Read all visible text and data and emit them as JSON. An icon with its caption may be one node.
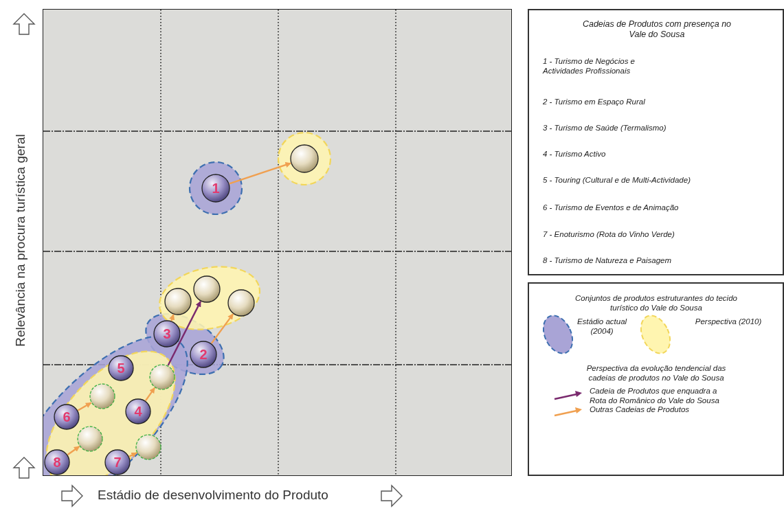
{
  "diagram": {
    "nodes": [
      {
        "text": [
          "1"
        ]
      },
      {
        "text": [],
        "shape": "circle"
      },
      {
        "text": [
          "3"
        ]
      },
      {
        "text": [
          "2"
        ]
      },
      {
        "text": [],
        "shape": "circle"
      },
      {
        "text": [],
        "shape": "circle"
      },
      {
        "text": [],
        "shape": "circle"
      },
      {
        "text": [
          "5"
        ]
      },
      {
        "text": [],
        "shape": "circle"
      },
      {
        "text": [],
        "shape": "circle"
      },
      {
        "text": [
          "4"
        ]
      },
      {
        "text": [
          "6"
        ]
      },
      {
        "text": [],
        "shape": "circle"
      },
      {
        "text": [],
        "shape": "circle"
      },
      {
        "text": [
          "8"
        ]
      },
      {
        "text": [
          "7"
        ]
      }
    ],
    "edges": [
      {
        "from": 0,
        "to": 1,
        "arrow": "to"
      },
      {
        "from": 8,
        "to": 5,
        "arrow": "to",
        "color": "#7a2a6e"
      },
      {
        "from": 3,
        "to": 6,
        "arrow": "to"
      },
      {
        "from": 2,
        "to": 4,
        "arrow": "to"
      },
      {
        "from": 10,
        "to": 8,
        "arrow": "to"
      },
      {
        "from": 14,
        "to": 13,
        "arrow": "to"
      },
      {
        "from": 11,
        "to": 9,
        "arrow": "to"
      },
      {
        "from": 15,
        "to": 12,
        "arrow": "to"
      }
    ],
    "labels": [
      "Relevância na procura turística geral",
      "Estádio de desenvolvimento do Produto",
      "Cadeias de Produtos com presença no Vale do Sousa",
      "1 - Turismo de Negócios e Actividades Profissionais",
      "2 - Turismo em Espaço Rural",
      "3 - Turismo de Saúde (Termalismo)",
      "4 - Turismo Activo",
      "5 - Touring (Cultural e de Multi-Actividade)",
      "6 - Turismo de Eventos e de Animação",
      "7 - Enoturismo (Rota do Vinho Verde)",
      "8 - Turismo de Natureza e Paisagem",
      "Conjuntos de produtos estruturantes do tecido turístico do Vale do Sousa",
      "Perspectiva da evolução tendencial das cadeias de produtos no Vale do Sousa"
    ],
    "legend": [
      {
        "text": "Estádio actual (2004)",
        "color": "#a9a4d6"
      },
      {
        "text": "Perspectiva (2010)",
        "color": "#fff5b0"
      },
      {
        "text": "Cadeia de Produtos que enquadra a Rota do Românico do Vale do Sousa"
      },
      {
        "text": "Outras Cadeias de Produtos"
      }
    ]
  }
}
